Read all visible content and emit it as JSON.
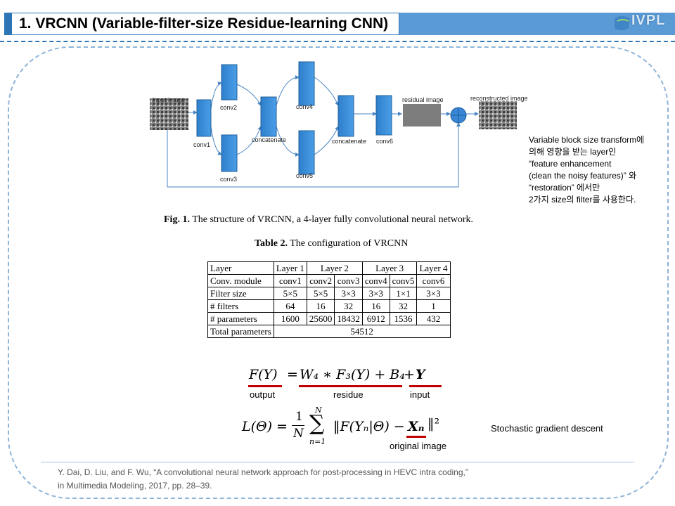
{
  "header": {
    "title": "1. VRCNN (Variable-filter-size Residue-learning CNN)",
    "logo_text": "IVPL"
  },
  "diagram": {
    "input_image": "input image",
    "conv1": "conv1",
    "conv2": "conv2",
    "conv3": "conv3",
    "concatenate1": "concatenate",
    "conv4": "conv4",
    "conv5": "conv5",
    "concatenate2": "concatenate",
    "conv6": "conv6",
    "residual_image": "residual image",
    "reconstructed_image": "reconstructed image"
  },
  "fig_caption": {
    "label": "Fig. 1.",
    "text": "The structure of VRCNN, a 4-layer fully convolutional neural network."
  },
  "table_caption": {
    "label": "Table 2.",
    "text": "The configuration of VRCNN"
  },
  "table": {
    "rows": [
      [
        "Layer",
        "Layer 1",
        "Layer 2",
        "Layer 3",
        "Layer 4"
      ],
      [
        "Conv. module",
        "conv1",
        "conv2",
        "conv3",
        "conv4",
        "conv5",
        "conv6"
      ],
      [
        "Filter size",
        "5×5",
        "5×5",
        "3×3",
        "3×3",
        "1×1",
        "3×3"
      ],
      [
        "# filters",
        "64",
        "16",
        "32",
        "16",
        "32",
        "1"
      ],
      [
        "# parameters",
        "1600",
        "25600",
        "18432",
        "6912",
        "1536",
        "432"
      ],
      [
        "Total parameters",
        "54512"
      ]
    ]
  },
  "side_note": {
    "lines": [
      "Variable block size transform에",
      "의해 영향을 받는 layer인",
      "“feature enhancement",
      "(clean the noisy features)” 와",
      "“restoration” 에서만",
      "2가지 size의 filter를 사용한다."
    ]
  },
  "equation1": {
    "lhs": "F(Y)",
    "eq": "=",
    "residue": "W₄ ∗ F₃(Y) + B₄",
    "plus": "+",
    "input": "Y",
    "labels": {
      "output": "output",
      "residue": "residue",
      "input": "input"
    }
  },
  "equation2": {
    "lhs": "L(Θ) =",
    "num": "1",
    "den": "N",
    "sum_top": "N",
    "sum_sym": "∑",
    "sum_bottom": "n=1",
    "body": "‖F(Yₙ|Θ) −",
    "target": "Xₙ",
    "tail": "‖²",
    "target_label": "original image",
    "method": "Stochastic gradient descent"
  },
  "reference": {
    "line1": "Y. Dai, D. Liu, and F. Wu, “A convolutional neural network approach for post-processing in HEVC intra coding,”",
    "line2": "in Multimedia Modeling, 2017, pp. 28–39."
  }
}
